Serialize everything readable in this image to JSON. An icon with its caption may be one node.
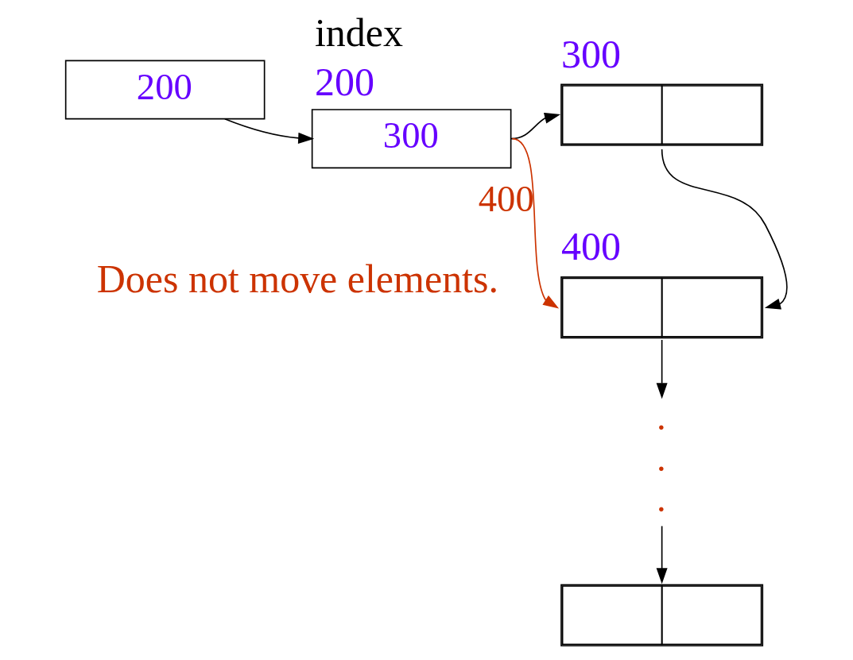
{
  "diagram": {
    "nodes": [
      {
        "text": [
          "200"
        ]
      },
      {
        "text": [
          "300"
        ],
        "beside": [
          "index",
          "200"
        ]
      },
      {
        "text": [],
        "shape": "box",
        "beside": [
          "300"
        ]
      },
      {
        "text": [],
        "shape": "box",
        "beside": [
          "400"
        ]
      },
      {
        "text": [
          ".",
          ".",
          "."
        ]
      },
      {
        "text": [],
        "shape": "box"
      }
    ],
    "edges": [
      {
        "from": 0,
        "to": 1,
        "arrow": "to"
      },
      {
        "from": 1,
        "to": 2,
        "arrow": "to"
      },
      {
        "from": 2,
        "to": 3,
        "arrow": "to"
      },
      {
        "from": 1,
        "to": 3,
        "arrow": "to",
        "label": "400",
        "color": "#cc3300"
      },
      {
        "from": 3,
        "to": 4,
        "arrow": "to"
      },
      {
        "from": 4,
        "to": 5,
        "arrow": "to"
      }
    ],
    "labels": [
      "Does not move elements."
    ]
  }
}
